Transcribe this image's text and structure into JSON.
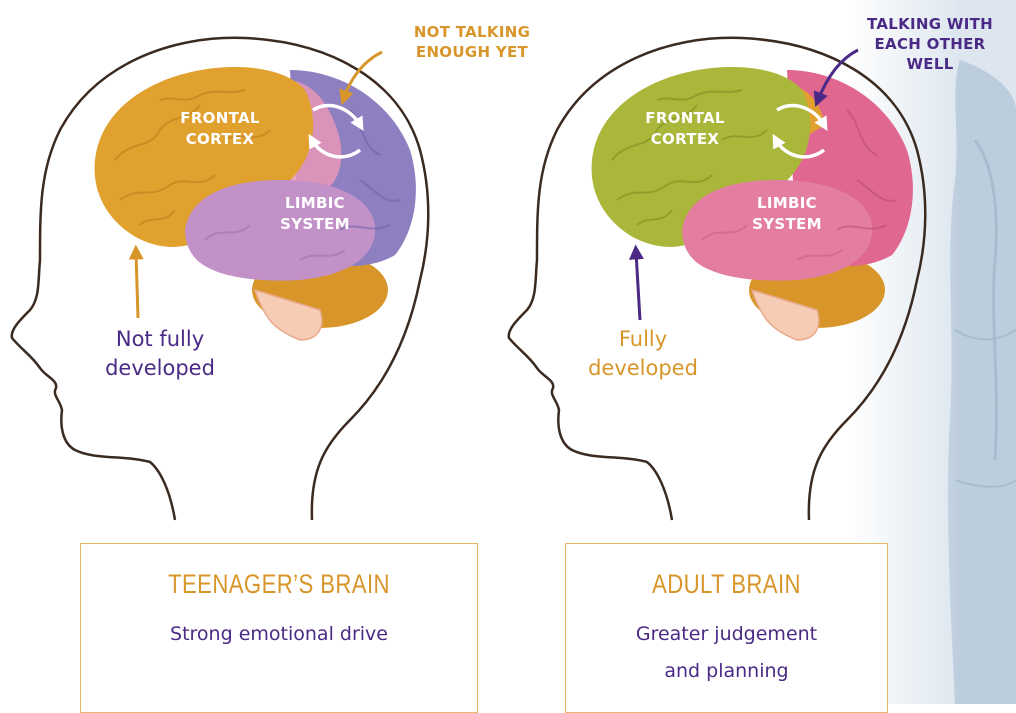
{
  "colors": {
    "gold": "#d8962a",
    "purple": "#4a2a86",
    "teen_frontal": "#e0a12f",
    "teen_limbic": "#c191c8",
    "teen_back": "#8e7fc1",
    "adult_frontal": "#aab73a",
    "adult_limbic": "#e47ea0",
    "adult_back": "#e06790",
    "cerebellum": "#d8962a"
  },
  "teen": {
    "callout": "NOT TALKING\nENOUGH YET",
    "frontal": "FRONTAL\nCORTEX",
    "limbic": "LIMBIC\nSYSTEM",
    "development": "Not fully\ndeveloped",
    "title": "TEENAGER’S BRAIN",
    "subtitle": "Strong emotional drive"
  },
  "adult": {
    "callout": "TALKING WITH\nEACH OTHER\nWELL",
    "frontal": "FRONTAL\nCORTEX",
    "limbic": "LIMBIC\nSYSTEM",
    "development": "Fully\ndeveloped",
    "title": "ADULT BRAIN",
    "subtitle": "Greater judgement\nand planning"
  }
}
